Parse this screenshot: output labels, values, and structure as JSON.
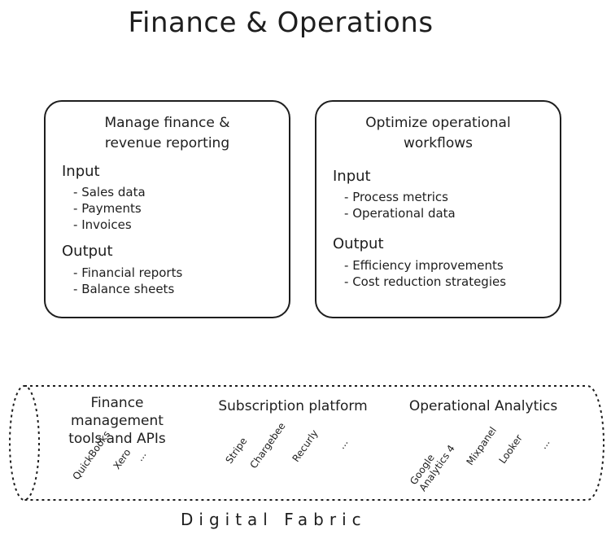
{
  "title": "Finance & Operations",
  "cards": [
    {
      "heading_line1": "Manage finance &",
      "heading_line2": "revenue reporting",
      "input_label": "Input",
      "inputs": [
        "Sales data",
        "Payments",
        "Invoices"
      ],
      "output_label": "Output",
      "outputs": [
        "Financial reports",
        "Balance sheets"
      ]
    },
    {
      "heading_line1": "Optimize operational",
      "heading_line2": "workflows",
      "input_label": "Input",
      "inputs": [
        "Process metrics",
        "Operational data"
      ],
      "output_label": "Output",
      "outputs": [
        "Efficiency improvements",
        "Cost reduction strategies"
      ]
    }
  ],
  "fabric": {
    "label": "Digital Fabric",
    "columns": [
      {
        "title_line1": "Finance management",
        "title_line2": "tools and APIs",
        "tools": [
          "QuickBooks",
          "Xero",
          "..."
        ]
      },
      {
        "title_line1": "Subscription platform",
        "title_line2": "",
        "tools": [
          "Stripe",
          "Chargebee",
          "Recurly",
          "..."
        ]
      },
      {
        "title_line1": "Operational Analytics",
        "title_line2": "",
        "tools": [
          "Google Analytics 4",
          "Mixpanel",
          "Looker",
          "..."
        ]
      }
    ]
  }
}
